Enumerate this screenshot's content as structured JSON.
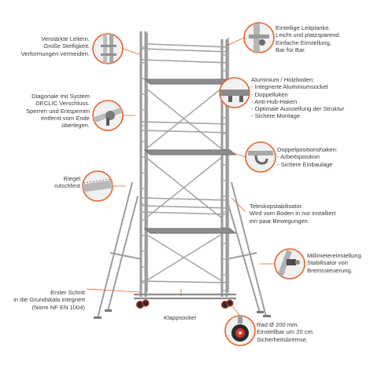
{
  "labels": {
    "leitern": "Verstärkte Leitern.\nGroße Steifigkeit.\nVerformungen vermeiden.",
    "diagonale": "Diagonale mit System\nDECLIC Verschluss.\nSperren und Entsperren\nentfernt vom Ende\nüberlegen.",
    "riegel": "Riegel\nrutschfest",
    "erster_schritt": "Erster Schritt\nin die Grundskala integriert\n(Norm NF EN 1004)",
    "klappsockel": "Klappsockel",
    "leitplanke": "Einteilige Leitplanke.\nLeicht und platzsparend.\nEinfache Einstellung,\nBar für Bar.",
    "boden": "Aluminium / Holzboden:\n- Integrierte Aluminiumsockel\n- Doppelluken\n- Anti-Hub-Haken\n- Optimale Aussteifung der Struktur\n- Sichere Montage",
    "doppelposition": "Doppelpositionshaken:\n- Arbeitsposition\n- Sichere Einbaulage",
    "stabilisator": "Teleskopstabilisator.\nWird vom Boden in nur installiert\nein paar Bewegungen.",
    "millimeter": "Millimetereinstellung\nStabilisator von\nBremssteuerung.",
    "rad": "Rad Ø 200 mm.\nEinstellbar um 20 cm.\nSicherheitsbremse."
  },
  "colors": {
    "accent": "#e8632b",
    "metal": "#9a9a9a",
    "deck": "#8a8a8a",
    "text": "#3a3a3a"
  },
  "icons": [
    "ladder-detail-icon",
    "declic-clamp-icon",
    "riegel-tube-icon",
    "guardrail-hook-icon",
    "deck-hook-icon",
    "double-hook-icon",
    "millimeter-adjuster-icon",
    "wheel-brake-icon"
  ]
}
